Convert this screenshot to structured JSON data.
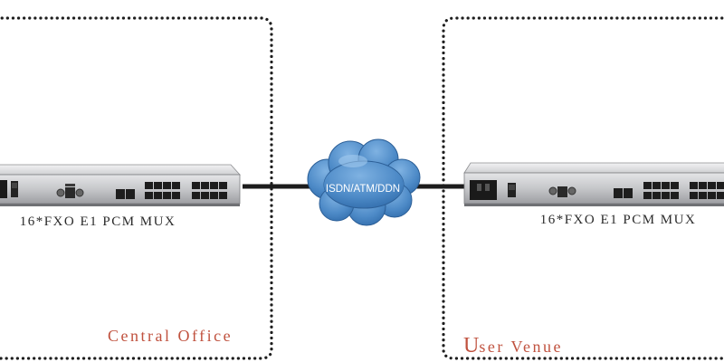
{
  "network": {
    "cloud_label": "ISDN/ATM/DDN"
  },
  "left_site": {
    "device_label": "16*FXO E1 PCM MUX",
    "zone_label": "Central Office"
  },
  "right_site": {
    "device_label": "16*FXO E1 PCM MUX",
    "zone_label_initial": "U",
    "zone_label_rest": "ser Venue"
  },
  "colors": {
    "zone_label": "#c0523f",
    "dotted_border": "#1e1e1e",
    "link_line": "#1c1c1c",
    "cloud_fill": "#4a86c4",
    "device_body": "#c9cacc"
  }
}
